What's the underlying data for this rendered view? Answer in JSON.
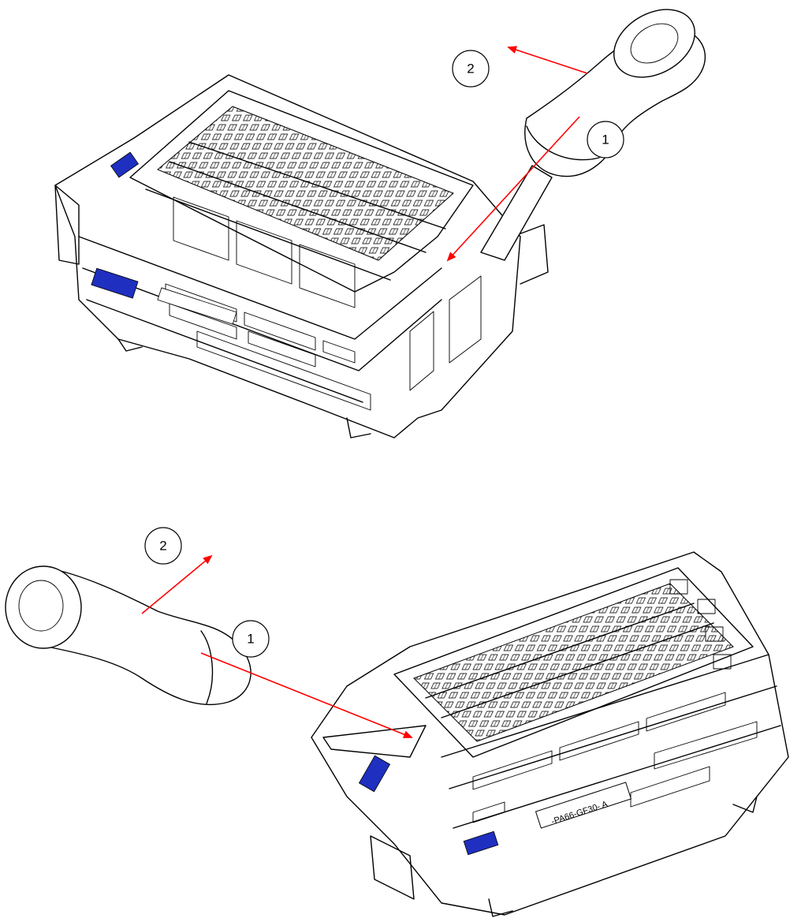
{
  "colors": {
    "arrow": "#ff0000",
    "label_blue": "#1f2fbf",
    "line": "#000000",
    "background": "#ffffff"
  },
  "top_view": {
    "callouts": [
      {
        "id": "1",
        "text": "1"
      },
      {
        "id": "2",
        "text": "2"
      }
    ]
  },
  "bottom_view": {
    "callouts": [
      {
        "id": "1",
        "text": "1"
      },
      {
        "id": "2",
        "text": "2"
      }
    ],
    "part_label": "-PA66-GF30- A"
  },
  "icons": [
    "tool-handle-icon",
    "connector-housing-icon"
  ]
}
